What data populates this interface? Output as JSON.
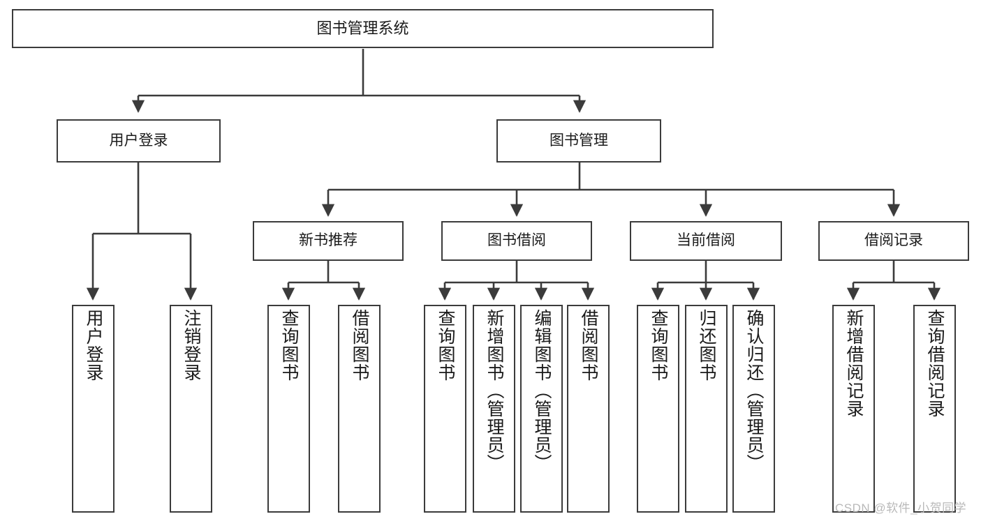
{
  "diagram": {
    "title": "图书管理系统",
    "type": "tree",
    "root": {
      "id": "root",
      "label": "图书管理系统"
    },
    "level2": [
      {
        "id": "user-login",
        "label": "用户登录"
      },
      {
        "id": "book-manage",
        "label": "图书管理"
      }
    ],
    "level3": [
      {
        "id": "new-book-recommend",
        "label": "新书推荐",
        "parent": "book-manage"
      },
      {
        "id": "book-borrow",
        "label": "图书借阅",
        "parent": "book-manage"
      },
      {
        "id": "current-borrow",
        "label": "当前借阅",
        "parent": "book-manage"
      },
      {
        "id": "borrow-record",
        "label": "借阅记录",
        "parent": "book-manage"
      }
    ],
    "leaves": [
      {
        "id": "leaf-user-login",
        "label": "用户登录",
        "parent": "user-login"
      },
      {
        "id": "leaf-user-logout",
        "label": "注销登录",
        "parent": "user-login"
      },
      {
        "id": "leaf-query-book-1",
        "label": "查询图书",
        "parent": "new-book-recommend"
      },
      {
        "id": "leaf-borrow-book-1",
        "label": "借阅图书",
        "parent": "new-book-recommend"
      },
      {
        "id": "leaf-query-book-2",
        "label": "查询图书",
        "parent": "book-borrow"
      },
      {
        "id": "leaf-add-book",
        "label": "新增图书（管理员）",
        "parent": "book-borrow"
      },
      {
        "id": "leaf-edit-book",
        "label": "编辑图书（管理员）",
        "parent": "book-borrow"
      },
      {
        "id": "leaf-borrow-book-2",
        "label": "借阅图书",
        "parent": "book-borrow"
      },
      {
        "id": "leaf-query-book-3",
        "label": "查询图书",
        "parent": "current-borrow"
      },
      {
        "id": "leaf-return-book",
        "label": "归还图书",
        "parent": "current-borrow"
      },
      {
        "id": "leaf-confirm-return",
        "label": "确认归还（管理员）",
        "parent": "current-borrow"
      },
      {
        "id": "leaf-add-record",
        "label": "新增借阅记录",
        "parent": "borrow-record"
      },
      {
        "id": "leaf-query-record",
        "label": "查询借阅记录",
        "parent": "borrow-record"
      }
    ],
    "colors": {
      "stroke": "#3b3b3b",
      "fill": "#ffffff",
      "text": "#1a1a1a",
      "watermark": "#b9b9b9"
    }
  },
  "watermark": {
    "text": "CSDN @软件_小贺同学"
  }
}
